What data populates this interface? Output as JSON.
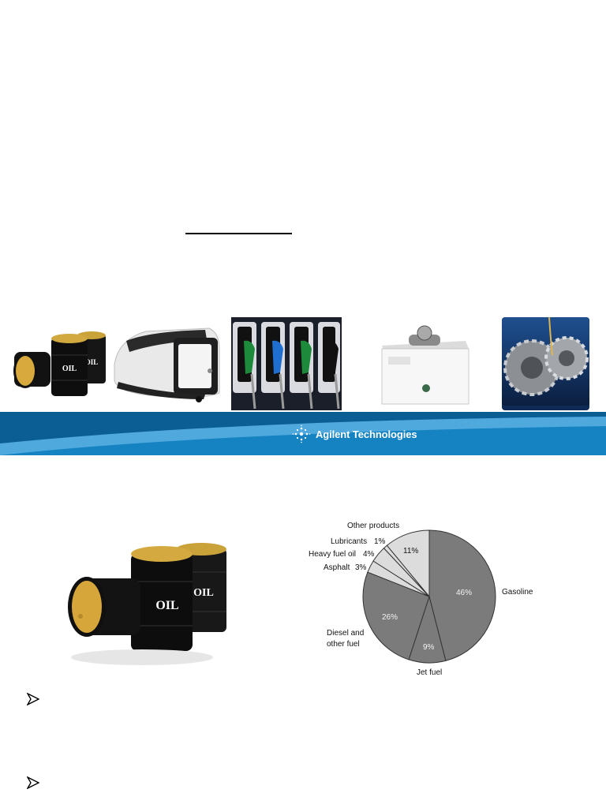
{
  "banner": {
    "brand": "Agilent Technologies",
    "colors": {
      "dark": "#0b5e94",
      "mid": "#1583c2",
      "light": "#4fa9dc"
    }
  },
  "images": {
    "barrels_small": {
      "icon": "oil-barrels-image",
      "label_front": "OIL",
      "label_back": "OIL"
    },
    "analyzer": {
      "icon": "analyzer-instrument-image"
    },
    "pumps": {
      "icon": "fuel-pump-nozzles-image",
      "nozzle_colors": [
        "#1c8a3a",
        "#1f6fd0",
        "#1c8a3a",
        "#111111"
      ]
    },
    "spectrometer": {
      "icon": "spectrometer-instrument-image"
    },
    "gears": {
      "icon": "lubricated-gears-image"
    },
    "barrels_large": {
      "icon": "oil-barrels-image",
      "label_front": "OIL",
      "label_back": "OIL"
    }
  },
  "chart_data": {
    "type": "pie",
    "slices": [
      {
        "label": "Gasoline",
        "pct_label": "46%",
        "value": 46,
        "color": "#7b7b7b"
      },
      {
        "label": "Jet fuel",
        "pct_label": "9%",
        "value": 9,
        "color": "#7b7b7b"
      },
      {
        "label": "Diesel and other fuel",
        "label_lines": [
          "Diesel and",
          "other fuel"
        ],
        "pct_label": "26%",
        "value": 26,
        "color": "#7b7b7b"
      },
      {
        "label": "Asphalt",
        "pct_label": "3%",
        "value": 3,
        "color": "#dcdcdc"
      },
      {
        "label": "Heavy fuel oil",
        "pct_label": "4%",
        "value": 4,
        "color": "#dcdcdc"
      },
      {
        "label": "Lubricants",
        "pct_label": "1%",
        "value": 1,
        "color": "#dcdcdc"
      },
      {
        "label": "Other products",
        "pct_label": "11%",
        "value": 11,
        "color": "#dcdcdc"
      }
    ],
    "slice_outline": "#333333"
  },
  "bullets": {
    "icon": "arrowhead-bullet-icon"
  }
}
